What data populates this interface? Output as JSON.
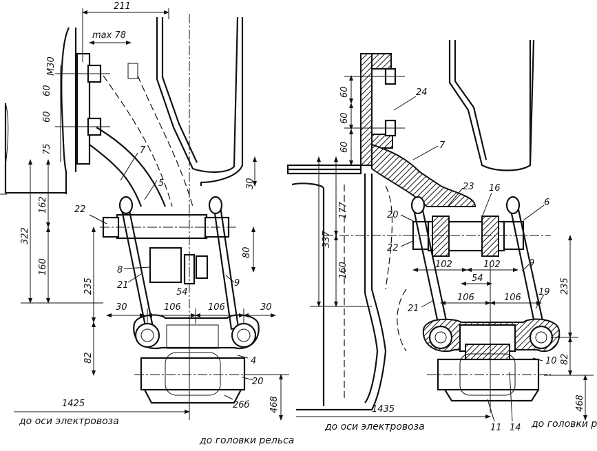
{
  "left_view": {
    "dims": {
      "d211": "211",
      "max78": "max 78",
      "m30": "M30",
      "d60a": "60",
      "d60b": "60",
      "d75": "75",
      "d162": "162",
      "d322": "322",
      "d160": "160",
      "d235": "235",
      "d82": "82",
      "d30a": "30",
      "d106a": "106",
      "d106b": "106",
      "d30b": "30",
      "d54": "54",
      "d80": "80",
      "d30c": "30",
      "d468": "468",
      "d1425": "1425"
    },
    "labels": {
      "p7": "7",
      "p5": "5",
      "p22": "22",
      "p8": "8",
      "p21": "21",
      "p9": "9",
      "p4": "4",
      "p20": "20",
      "p26b": "26б"
    },
    "captions": {
      "to_axis": "до оси электровоза",
      "to_rail": "до головки рельса"
    }
  },
  "right_view": {
    "dims": {
      "d60a": "60",
      "d60b": "60",
      "d60c": "60",
      "d177": "177",
      "d337": "337",
      "d160": "160",
      "d102a": "102",
      "d102b": "102",
      "d54": "54",
      "d106a": "106",
      "d106b": "106",
      "d235": "235",
      "d82": "82",
      "d468": "468",
      "d1435": "1435"
    },
    "labels": {
      "p24": "24",
      "p7": "7",
      "p23": "23",
      "p16": "16",
      "p6": "6",
      "p20": "20",
      "p22": "22",
      "p9": "9",
      "p21": "21",
      "p19": "19",
      "p10": "10",
      "p11": "11",
      "p14": "14"
    },
    "captions": {
      "to_axis": "до оси электровоза",
      "to_rail": "до головки рельса"
    }
  }
}
